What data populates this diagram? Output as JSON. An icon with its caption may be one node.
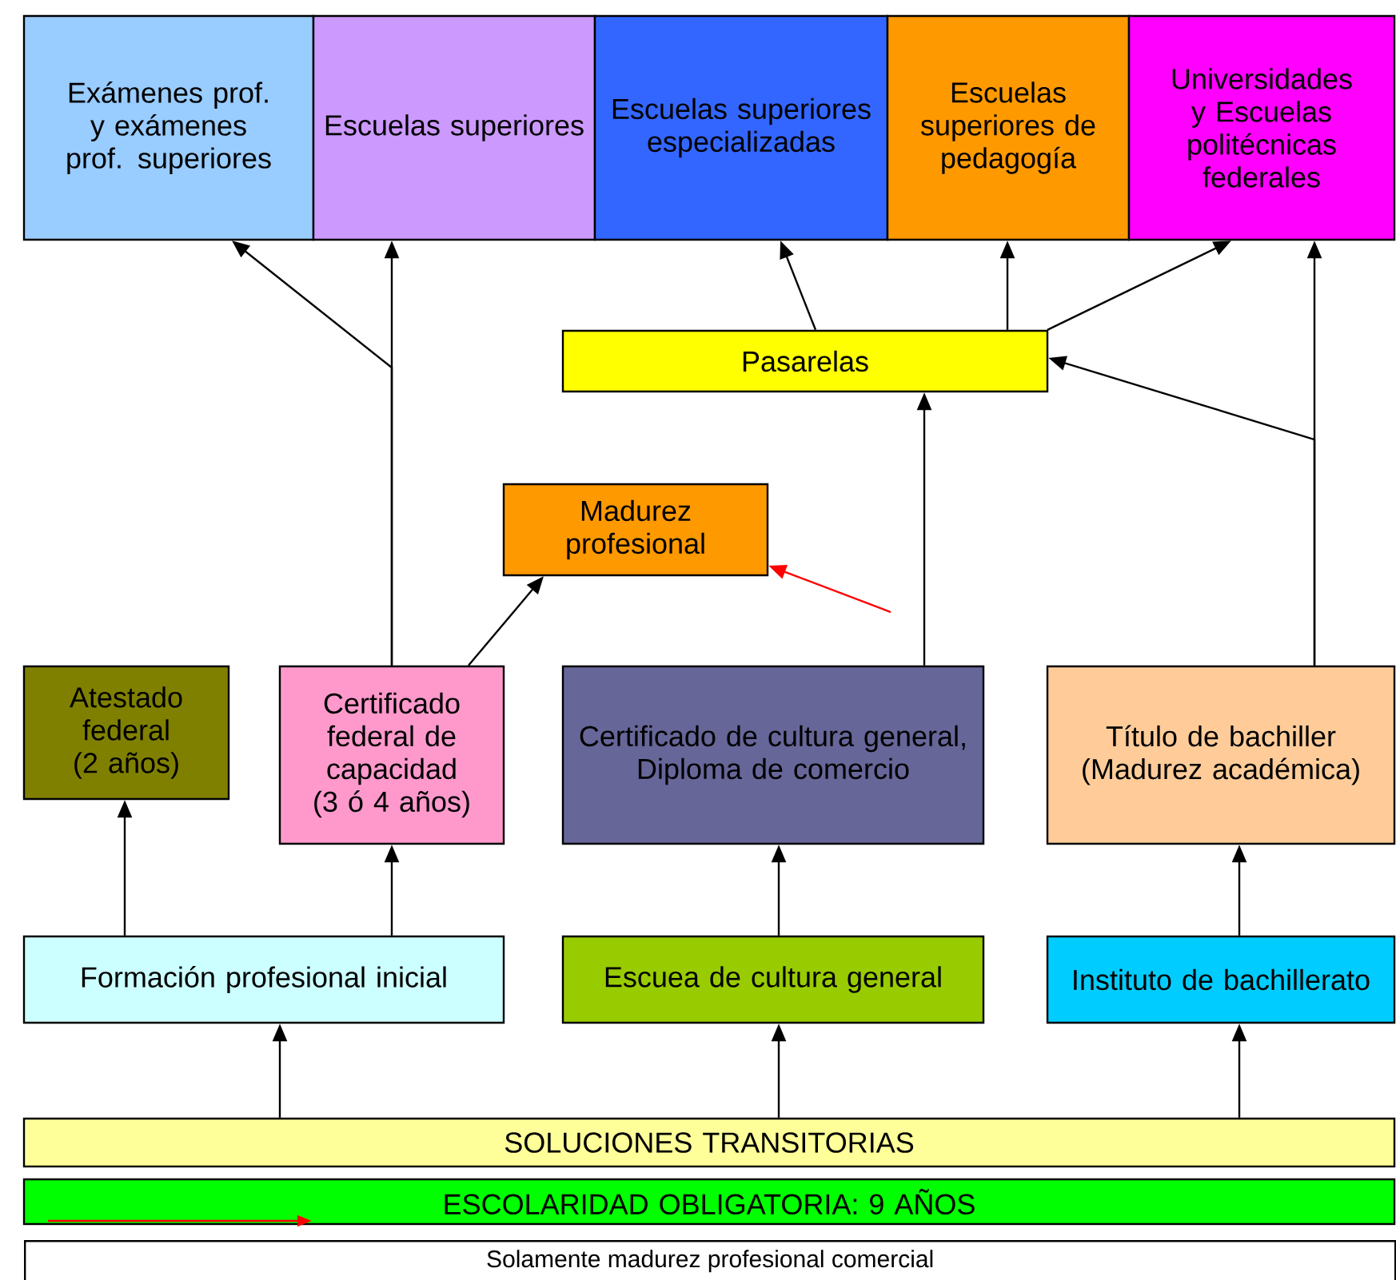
{
  "diagram": {
    "nodes": [
      {
        "text": [
          "Exámenes prof. y exámenes prof. superiores"
        ]
      },
      {
        "text": [
          "Escuelas superiores"
        ]
      },
      {
        "text": [
          "Escuelas superiores especializadas"
        ]
      },
      {
        "text": [
          "Escuelas superiores de pedagogía"
        ]
      },
      {
        "text": [
          "Universidades y Escuelas politécnicas federales"
        ]
      },
      {
        "text": [
          "Pasarelas"
        ]
      },
      {
        "text": [
          "Madurez profesional"
        ]
      },
      {
        "text": [
          "Atestado federal (2 años)"
        ]
      },
      {
        "text": [
          "Certificado federal de capacidad (3 ó 4 años)"
        ]
      },
      {
        "text": [
          "Certificado de cultura general, Diploma de comercio"
        ]
      },
      {
        "text": [
          "Título de bachiller (Madurez académica)"
        ]
      },
      {
        "text": [
          "Formación profesional inicial"
        ]
      },
      {
        "text": [
          "Escuea de cultura general"
        ]
      },
      {
        "text": [
          "Instituto de bachillerato"
        ]
      },
      {
        "text": [
          "SOLUCIONES TRANSITORIAS"
        ]
      },
      {
        "text": [
          "ESCOLARIDAD OBLIGATORIA: 9 AÑOS"
        ]
      }
    ],
    "edges": [
      {
        "from": 14,
        "to": 11,
        "arrow": "to"
      },
      {
        "from": 14,
        "to": 12,
        "arrow": "to"
      },
      {
        "from": 14,
        "to": 13,
        "arrow": "to"
      },
      {
        "from": 11,
        "to": 7,
        "arrow": "to"
      },
      {
        "from": 11,
        "to": 8,
        "arrow": "to"
      },
      {
        "from": 12,
        "to": 9,
        "arrow": "to"
      },
      {
        "from": 13,
        "to": 10,
        "arrow": "to"
      },
      {
        "from": 8,
        "to": 0,
        "arrow": "to"
      },
      {
        "from": 8,
        "to": 1,
        "arrow": "to"
      },
      {
        "from": 8,
        "to": 6,
        "arrow": "to"
      },
      {
        "from": null,
        "to": 6,
        "arrow": "to",
        "color": "#ff0000"
      },
      {
        "from": 9,
        "to": 5,
        "arrow": "to"
      },
      {
        "from": 10,
        "to": 5,
        "arrow": "to"
      },
      {
        "from": 10,
        "to": 4,
        "arrow": "to"
      },
      {
        "from": 5,
        "to": 2,
        "arrow": "to"
      },
      {
        "from": 5,
        "to": 3,
        "arrow": "to"
      },
      {
        "from": 5,
        "to": 4,
        "arrow": "to"
      }
    ],
    "legend": [
      {
        "text": "Solamente madurez profesional comercial"
      }
    ]
  }
}
